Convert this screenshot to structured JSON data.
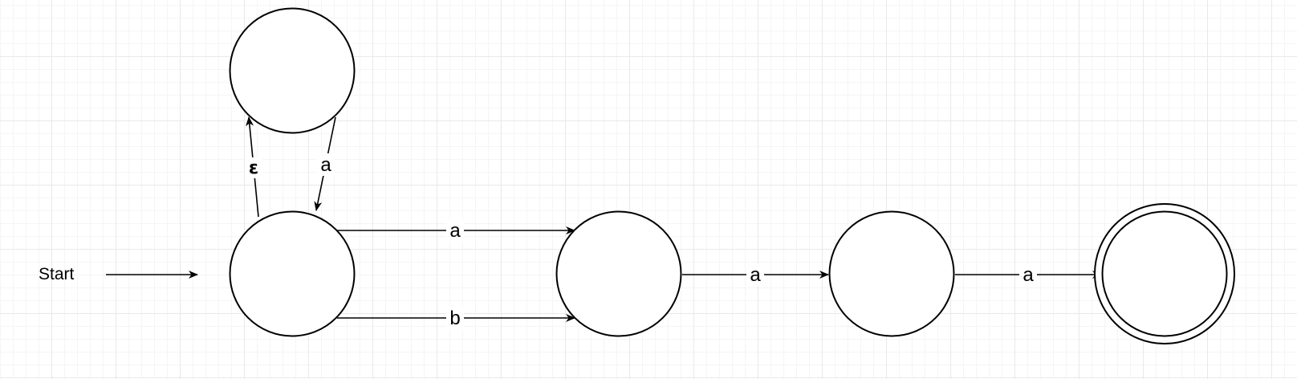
{
  "diagram": {
    "start_label": "Start",
    "states": [
      {
        "id": "top",
        "accepting": false
      },
      {
        "id": "s0",
        "accepting": false,
        "initial": true
      },
      {
        "id": "s1",
        "accepting": false
      },
      {
        "id": "s2",
        "accepting": false
      },
      {
        "id": "s3",
        "accepting": true
      }
    ],
    "transitions": [
      {
        "from": "s0",
        "to": "top",
        "label": "ε"
      },
      {
        "from": "top",
        "to": "s0",
        "label": "a"
      },
      {
        "from": "s0",
        "to": "s1",
        "label": "a"
      },
      {
        "from": "s0",
        "to": "s1",
        "label": "b"
      },
      {
        "from": "s1",
        "to": "s2",
        "label": "a"
      },
      {
        "from": "s2",
        "to": "s3",
        "label": "a"
      }
    ]
  }
}
